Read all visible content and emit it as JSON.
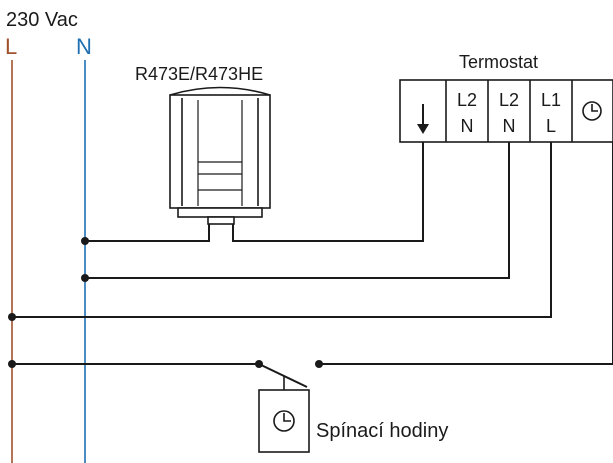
{
  "supply": {
    "voltage": "230 Vac",
    "line_label": "L",
    "neutral_label": "N",
    "line_color": "#a0522d",
    "neutral_color": "#1f6fb2"
  },
  "actuator": {
    "label": "R473E/R473HE"
  },
  "thermostat": {
    "title": "Termostat",
    "terminals": [
      {
        "top": "",
        "bottom": "",
        "icon": "down-arrow-icon"
      },
      {
        "top": "L2",
        "bottom": "N"
      },
      {
        "top": "L2",
        "bottom": "N"
      },
      {
        "top": "L1",
        "bottom": "L"
      },
      {
        "top": "",
        "bottom": "",
        "icon": "clock-icon"
      }
    ]
  },
  "timer": {
    "label": "Spínací hodiny",
    "icon": "clock-icon"
  }
}
